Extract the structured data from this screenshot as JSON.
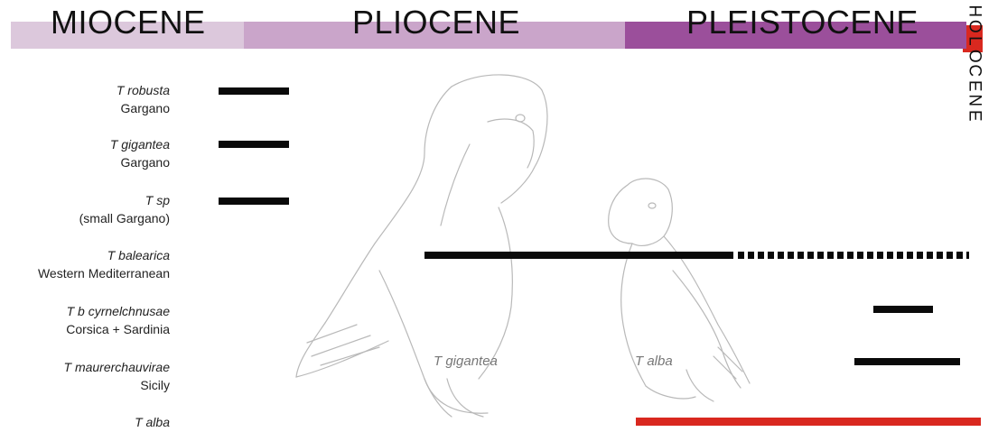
{
  "epochs": {
    "miocene": "MIOCENE",
    "pliocene": "PLIOCENE",
    "pleistocene": "PLEISTOCENE",
    "holocene_letters": [
      "H",
      "O",
      "L",
      "O",
      "C",
      "E",
      "N",
      "E"
    ]
  },
  "colors": {
    "miocene": "#dcc8dc",
    "pliocene": "#caa5ca",
    "pleistocene": "#9b4f9b",
    "holocene": "#d9281f",
    "bars": "#0a0a0a",
    "alba_bar": "#d9281f"
  },
  "taxa": [
    {
      "species": "T robusta",
      "locality": "Gargano"
    },
    {
      "species": "T gigantea",
      "locality": "Gargano"
    },
    {
      "species": "T sp",
      "locality": "(small Gargano)"
    },
    {
      "species": "T balearica",
      "locality": "Western Mediterranean"
    },
    {
      "species": "T b cyrnelchnusae",
      "locality": "Corsica + Sardinia"
    },
    {
      "species": "T maurerchauvirae",
      "locality": "Sicily"
    },
    {
      "species": "T alba",
      "locality": ""
    }
  ],
  "illustration_labels": {
    "big_owl": "T gigantea",
    "small_owl": "T alba"
  }
}
